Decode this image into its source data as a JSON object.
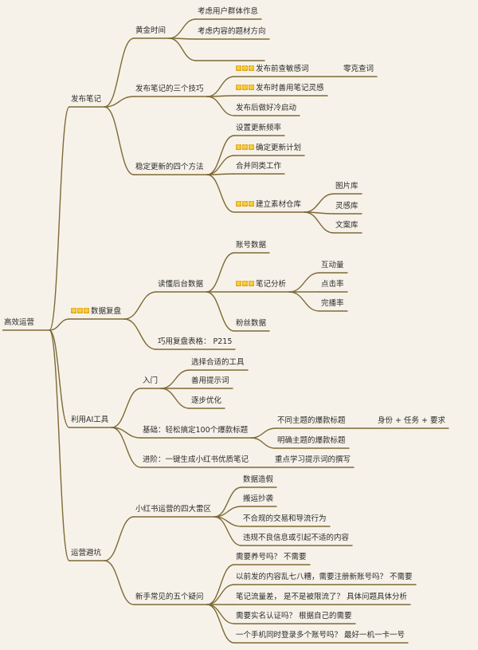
{
  "colors": {
    "background": "#f7f2e9",
    "line": "#7d6a36",
    "text": "#2b2b2b",
    "emoji": "#f2c232"
  },
  "icon_marker": "sparkle-emoji-icon",
  "root": {
    "label": "高效运营"
  },
  "branches": [
    {
      "label": "发布笔记",
      "children": [
        {
          "label": "黄金时间",
          "children": [
            {
              "label": "考虑用户群体作息"
            },
            {
              "label": "考虑内容的题材方向"
            },
            {
              "label": ""
            }
          ]
        },
        {
          "label": "发布笔记的三个技巧",
          "children": [
            {
              "label": "发布前查敏感词",
              "icons": 3,
              "children": [
                {
                  "label": "零克查词"
                }
              ]
            },
            {
              "label": "发布时善用笔记灵感",
              "icons": 3
            },
            {
              "label": "发布后做好冷启动"
            }
          ]
        },
        {
          "label": "稳定更新的四个方法",
          "children": [
            {
              "label": "设置更新频率"
            },
            {
              "label": "确定更新计划",
              "icons": 3
            },
            {
              "label": "合并同类工作"
            },
            {
              "label": "建立素材仓库",
              "icons": 3,
              "children": [
                {
                  "label": "图片库"
                },
                {
                  "label": "灵感库"
                },
                {
                  "label": "文案库"
                }
              ]
            }
          ]
        }
      ]
    },
    {
      "label": "数据复盘",
      "icons": 3,
      "children": [
        {
          "label": "读懂后台数据",
          "children": [
            {
              "label": "账号数据"
            },
            {
              "label": "笔记分析",
              "icons": 3,
              "children": [
                {
                  "label": "互动量"
                },
                {
                  "label": "点击率"
                },
                {
                  "label": "完播率"
                }
              ]
            },
            {
              "label": "粉丝数据"
            }
          ]
        },
        {
          "label": "巧用复盘表格： P215"
        }
      ]
    },
    {
      "label": "利用AI工具",
      "children": [
        {
          "label": "入门",
          "children": [
            {
              "label": "选择合适的工具"
            },
            {
              "label": "善用提示词"
            },
            {
              "label": "逐步优化"
            }
          ]
        },
        {
          "label": "基础：轻松搞定100个爆款标题",
          "children": [
            {
              "label": "不同主题的爆款标题",
              "children": [
                {
                  "label": "身份 + 任务 + 要求"
                }
              ]
            },
            {
              "label": "明确主题的爆款标题"
            }
          ]
        },
        {
          "label": "进阶：一键生成小红书优质笔记",
          "children": [
            {
              "label": "重点学习提示词的撰写"
            }
          ]
        }
      ]
    },
    {
      "label": "运营避坑",
      "children": [
        {
          "label": "小红书运营的四大雷区",
          "children": [
            {
              "label": "数据造假"
            },
            {
              "label": "搬运抄袭"
            },
            {
              "label": "不合规的交易和导流行为"
            },
            {
              "label": "违规不良信息或引起不适的内容"
            }
          ]
        },
        {
          "label": "新手常见的五个疑问",
          "children": [
            {
              "label": "需要养号吗？ 不需要"
            },
            {
              "label": "以前发的内容乱七八糟，需要注册新账号吗？ 不需要"
            },
            {
              "label": "笔记流量差， 是不是被限流了？ 具体问题具体分析"
            },
            {
              "label": "需要实名认证吗？ 根据自己的需要"
            },
            {
              "label": "一个手机同时登录多个账号吗？ 最好一机一卡一号"
            }
          ]
        }
      ]
    }
  ]
}
